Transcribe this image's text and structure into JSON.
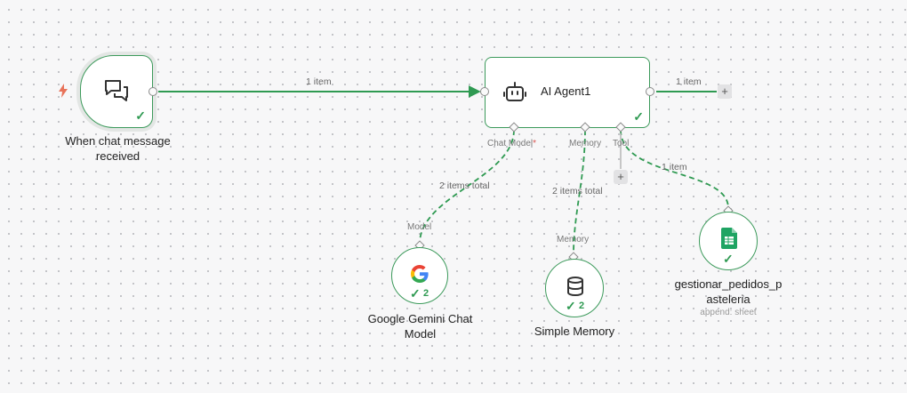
{
  "canvas": {
    "accent_color": "#3c9a5b",
    "edge_color": "#2f9a52",
    "trigger_color": "#e8735a"
  },
  "trigger_node": {
    "label": "When chat message received",
    "icon": "chat-bubbles-icon",
    "trigger_icon": "lightning-bolt-icon",
    "status": "success"
  },
  "agent_node": {
    "label": "AI Agent1",
    "icon": "robot-icon",
    "status": "success",
    "ports": {
      "chat_model": "Chat Model",
      "chat_model_required": "*",
      "memory": "Memory",
      "tool": "Tool"
    }
  },
  "edges": {
    "trigger_to_agent": "1 item",
    "agent_output": "1 item",
    "model_to_agent": "2 items total",
    "memory_to_agent": "2 items total",
    "tool_to_agent": "1 item"
  },
  "gemini_node": {
    "label": "Google Gemini Chat Model",
    "port_label": "Model",
    "icon": "google-g-icon",
    "run_count": "2"
  },
  "memory_node": {
    "label": "Simple Memory",
    "port_label": "Memory",
    "icon": "database-icon",
    "run_count": "2"
  },
  "sheets_node": {
    "label": "gestionar_pedidos_pasteleria",
    "label_line1": "gestionar_pedidos_p",
    "label_line2": "asteleria",
    "subtitle": "append: sheet",
    "icon": "google-sheets-icon",
    "status": "success"
  },
  "plus_symbol": "+"
}
